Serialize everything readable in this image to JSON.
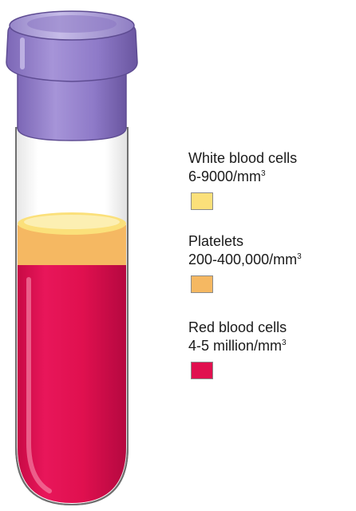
{
  "legend": [
    {
      "label": "White blood cells",
      "value_text": "6-9000/mm",
      "unit_sup": "3",
      "color": "#FBE07A"
    },
    {
      "label": "Platelets",
      "value_text": "200-400,000/mm",
      "unit_sup": "3",
      "color": "#F5B862"
    },
    {
      "label": "Red blood cells",
      "value_text": "4-5 million/mm",
      "unit_sup": "3",
      "color": "#E0104F"
    }
  ],
  "colors": {
    "cap_top": "#A99BD6",
    "cap_body": "#8F7AC6",
    "cap_dark": "#6F5AA8",
    "plasma_yellow": "#FBE07A",
    "buffy_orange": "#F5B862",
    "red_cells": "#E0104F"
  }
}
